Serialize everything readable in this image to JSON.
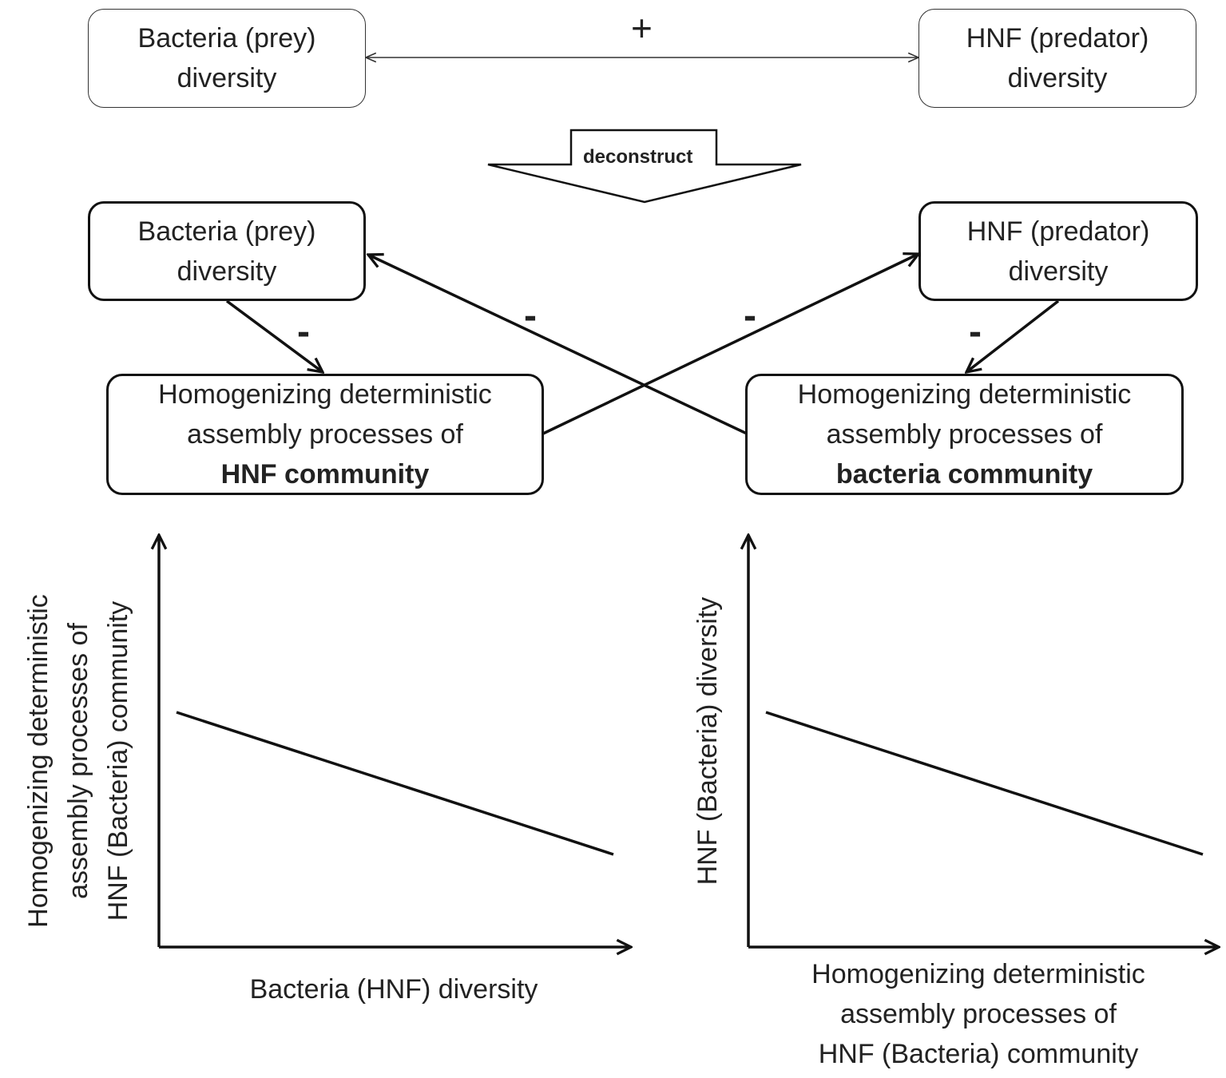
{
  "top_row": {
    "left_box": [
      "Bacteria (prey)",
      "diversity"
    ],
    "right_box": [
      "HNF (predator)",
      "diversity"
    ],
    "relation_sign": "+"
  },
  "arrow_label": "deconstruct",
  "middle": {
    "left_box": [
      "Bacteria (prey)",
      "diversity"
    ],
    "right_box": [
      "HNF (predator)",
      "diversity"
    ],
    "bottom_left_box": [
      "Homogenizing deterministic",
      "assembly processes of",
      "HNF community"
    ],
    "bottom_right_box": [
      "Homogenizing deterministic",
      "assembly processes of",
      "bacteria community"
    ],
    "signs": [
      "-",
      "-",
      "-",
      "-"
    ]
  },
  "plots": {
    "left": {
      "ylabel": [
        "Homogenizing deterministic",
        "assembly processes of",
        "HNF (Bacteria) community"
      ],
      "xlabel": [
        "Bacteria (HNF) diversity"
      ]
    },
    "right": {
      "ylabel": [
        "HNF (Bacteria) diversity"
      ],
      "xlabel": [
        "Homogenizing deterministic",
        "assembly processes of",
        "HNF (Bacteria) community"
      ]
    }
  },
  "colors": {
    "line": "#111111",
    "text": "#222222"
  }
}
